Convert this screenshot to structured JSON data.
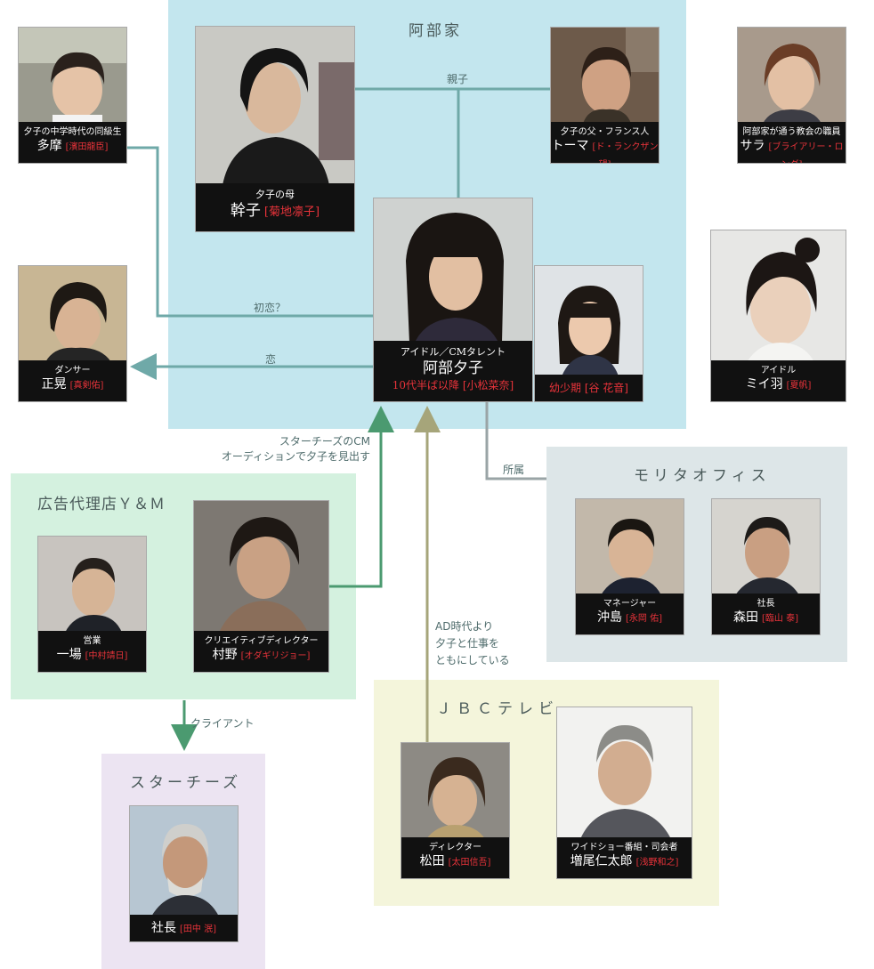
{
  "groups": {
    "abe": {
      "title": "阿部家",
      "color": "#c3e6ee"
    },
    "agency": {
      "title": "広告代理店Ｙ＆Ｍ",
      "color": "#d4f1df"
    },
    "morita": {
      "title": "モリタオフィス",
      "color": "#dde6e8"
    },
    "jbc": {
      "title": "ＪＢＣテレビ",
      "color": "#f4f5db"
    },
    "starchees": {
      "title": "スターチーズ",
      "color": "#ece4f2"
    }
  },
  "people": {
    "tama": {
      "role": "夕子の中学時代の同級生",
      "name": "多摩",
      "actor": "[濱田龍臣]"
    },
    "motoko": {
      "role": "夕子の母",
      "name": "幹子",
      "actor": "[菊地凛子]"
    },
    "thomas": {
      "role": "夕子の父・フランス人",
      "name": "トーマ",
      "actor": "[ド・ランクザン望]"
    },
    "sara": {
      "role": "阿部家が通う教会の職員",
      "name": "サラ",
      "actor": "[ブライアリー・ロング]"
    },
    "masaaki": {
      "role": "ダンサー",
      "name": "正晃",
      "actor": "[真剣佑]"
    },
    "yuko": {
      "role": "アイドル／CMタレント",
      "name": "阿部夕子",
      "actor": "10代半ば以降 [小松菜奈]"
    },
    "yuko_child": {
      "role": "幼少期 [谷 花音]"
    },
    "miiha": {
      "role": "アイドル",
      "name": "ミイ羽",
      "actor": "[夏帆]"
    },
    "ichiba": {
      "role": "営業",
      "name": "一場",
      "actor": "[中村靖日]"
    },
    "murano": {
      "role": "クリエイティブディレクター",
      "name": "村野",
      "actor": "[オダギリジョー]"
    },
    "okishima": {
      "role": "マネージャー",
      "name": "沖島",
      "actor": "[永岡 佑]"
    },
    "morita": {
      "role": "社長",
      "name": "森田",
      "actor": "[臨山 泰]"
    },
    "matsuda": {
      "role": "ディレクター",
      "name": "松田",
      "actor": "[太田信吾]"
    },
    "masuo": {
      "role": "ワイドショー番組・司会者",
      "name": "増尾仁太郎",
      "actor": "[浅野和之]"
    },
    "president": {
      "name": "社長",
      "actor": "[田中 泯]"
    }
  },
  "relations": {
    "parent_child": "親子",
    "first_love": "初恋？",
    "love": "恋",
    "affiliation": "所属",
    "client": "クライアント",
    "found_line1": "スターチーズのCM",
    "found_line2": "オーディションで夕子を見出す",
    "ad_line1": "AD時代より",
    "ad_line2": "夕子と仕事を",
    "ad_line3": "ともにしている"
  },
  "colors": {
    "teal_line": "#6fa9a8",
    "green_line": "#4b9a70",
    "olive_line": "#a6a57a",
    "gray_line": "#9aa4a6",
    "actor_red": "#e8333a"
  }
}
